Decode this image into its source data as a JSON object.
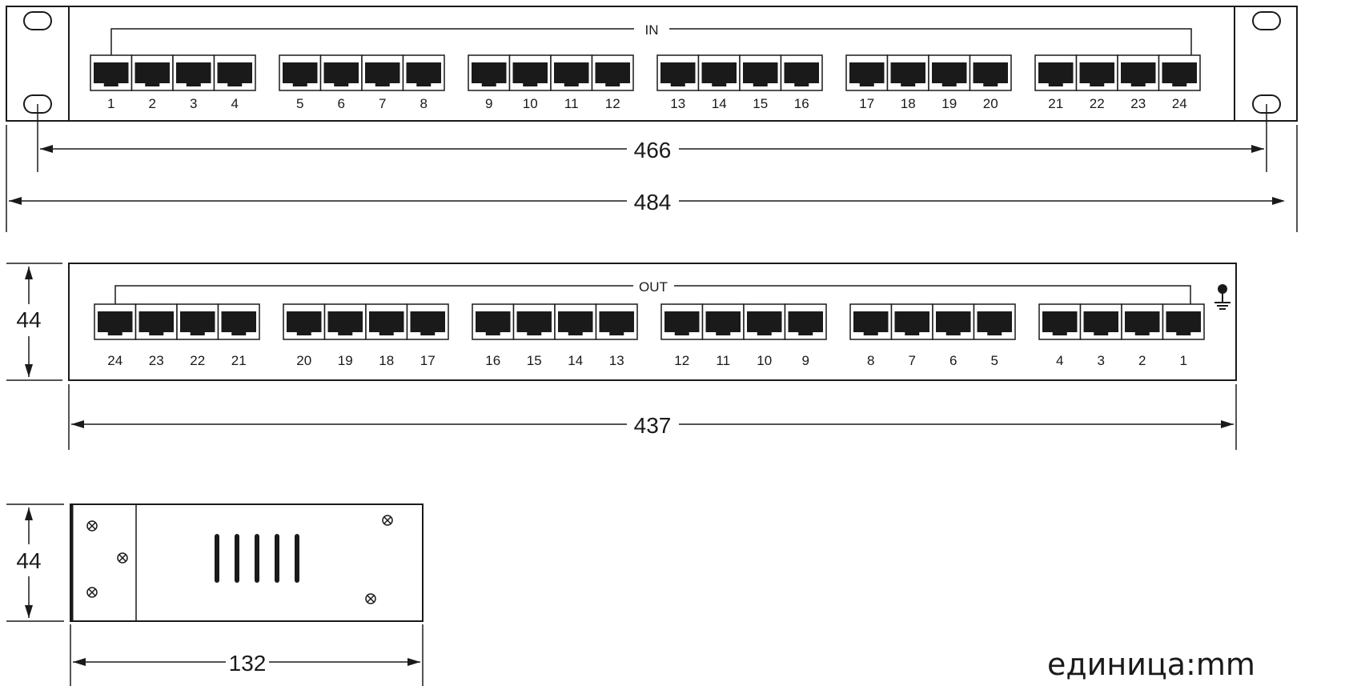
{
  "front_panel": {
    "label": "IN",
    "port_groups": [
      [
        "1",
        "2",
        "3",
        "4"
      ],
      [
        "5",
        "6",
        "7",
        "8"
      ],
      [
        "9",
        "10",
        "11",
        "12"
      ],
      [
        "13",
        "14",
        "15",
        "16"
      ],
      [
        "17",
        "18",
        "19",
        "20"
      ],
      [
        "21",
        "22",
        "23",
        "24"
      ]
    ]
  },
  "rear_panel": {
    "label": "OUT",
    "port_groups": [
      [
        "24",
        "23",
        "22",
        "21"
      ],
      [
        "20",
        "19",
        "18",
        "17"
      ],
      [
        "16",
        "15",
        "14",
        "13"
      ],
      [
        "12",
        "11",
        "10",
        "9"
      ],
      [
        "8",
        "7",
        "6",
        "5"
      ],
      [
        "4",
        "3",
        "2",
        "1"
      ]
    ]
  },
  "dimensions": {
    "mount_hole_spacing": "466",
    "overall_width": "484",
    "body_width": "437",
    "height_rear_view": "44",
    "height_side_view": "44",
    "depth": "132"
  },
  "icons": {
    "ground": "ground-icon",
    "screw": "screw-icon",
    "mount_hole": "mount-hole-icon"
  },
  "unit_label": "единица:mm"
}
